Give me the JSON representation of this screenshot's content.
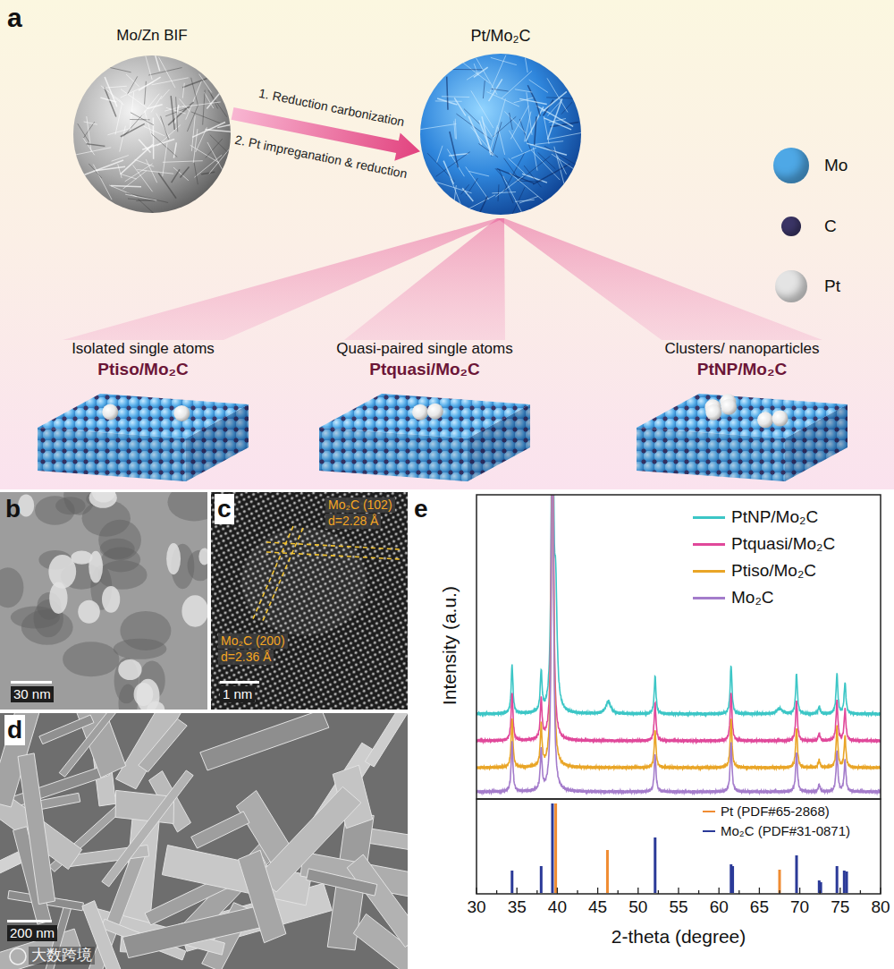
{
  "diagram": {
    "nodes": [
      {
        "text": [
          "Mo/Zn BIF"
        ]
      },
      {
        "text": [
          "Pt/Mo₂C"
        ]
      },
      {
        "text": [
          "Isolated single atoms",
          "Ptiso/Mo₂C"
        ]
      },
      {
        "text": [
          "Quasi-paired single atoms",
          "Ptquasi/Mo₂C"
        ]
      },
      {
        "text": [
          "Clusters/ nanoparticles",
          "PtNP/Mo₂C"
        ]
      }
    ],
    "edges": [
      {
        "from": 0,
        "to": 1,
        "arrow": "to"
      },
      {
        "from": 1,
        "to": 2,
        "arrow": "none"
      },
      {
        "from": 1,
        "to": 3,
        "arrow": "none"
      },
      {
        "from": 1,
        "to": 4,
        "arrow": "none"
      }
    ],
    "labels": [
      "a",
      "1. Reduction carbonization",
      "2. Pt impreganation & reduction",
      "b",
      "30 nm",
      "c",
      "Mo₂C (102)",
      "d=2.28 Å",
      "Mo₂C (200)",
      "d=2.36 Å",
      "1 nm",
      "d",
      "200 nm",
      "大数跨境",
      "e",
      "Intensity (a.u.)",
      "30",
      "35",
      "40",
      "45",
      "50",
      "55",
      "60",
      "65",
      "70",
      "75",
      "80",
      "2-theta (degree)"
    ],
    "legend": [
      {
        "text": "Mo",
        "color": "#4ea8e6"
      },
      {
        "text": "C",
        "color": "#3b3566"
      },
      {
        "text": "Pt",
        "color": "#e4e4e4"
      },
      {
        "text": "PtNP/Mo₂C",
        "color": "#3cc6c6"
      },
      {
        "text": "Ptquasi/Mo₂C",
        "color": "#e0489a"
      },
      {
        "text": "Ptiso/Mo₂C",
        "color": "#e9a527"
      },
      {
        "text": "Mo₂C",
        "color": "#a47ccb"
      },
      {
        "text": "Pt (PDF#65-2868)",
        "color": "#f08c32"
      },
      {
        "text": "Mo₂C (PDF#31-0871)",
        "color": "#2b3a98"
      }
    ]
  }
}
